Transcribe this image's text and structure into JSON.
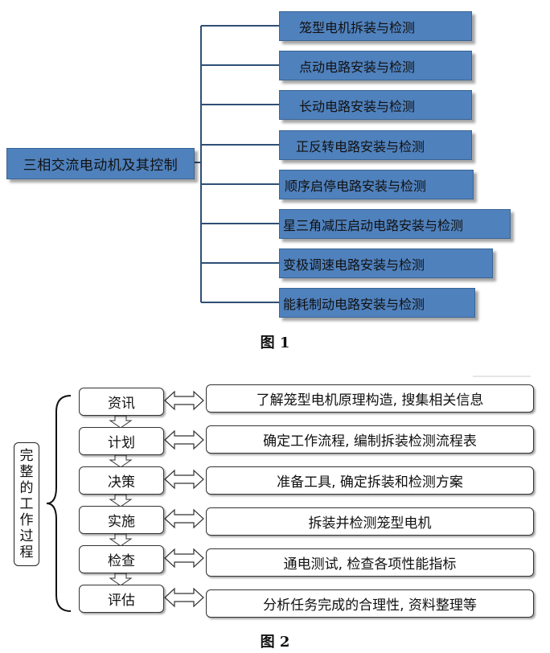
{
  "figure1": {
    "root": "三相交流电动机及其控制",
    "branches": [
      "笼型电机拆装与检测",
      "点动电路安装与检测",
      "长动电路安装与检测",
      "正反转电路安装与检测",
      "顺序启停电路安装与检测",
      "星三角减压启动电路安装与检测",
      "变极调速电路安装与检测",
      "能耗制动电路安装与检测"
    ],
    "caption": "图 1",
    "box_color": "#4f81bd",
    "line_color": "#2f4f75"
  },
  "figure2": {
    "vertical_label": [
      "完",
      "整",
      "的",
      "工",
      "作",
      "过",
      "程"
    ],
    "steps": [
      {
        "name": "资讯",
        "desc": "了解笼型电机原理构造, 搜集相关信息"
      },
      {
        "name": "计划",
        "desc": "确定工作流程, 编制拆装检测流程表"
      },
      {
        "name": "决策",
        "desc": "准备工具, 确定拆装和检测方案"
      },
      {
        "name": "实施",
        "desc": "拆装并检测笼型电机"
      },
      {
        "name": "检查",
        "desc": "通电测试, 检查各项性能指标"
      },
      {
        "name": "评估",
        "desc": "分析任务完成的合理性, 资料整理等"
      }
    ],
    "caption": "图 2"
  }
}
